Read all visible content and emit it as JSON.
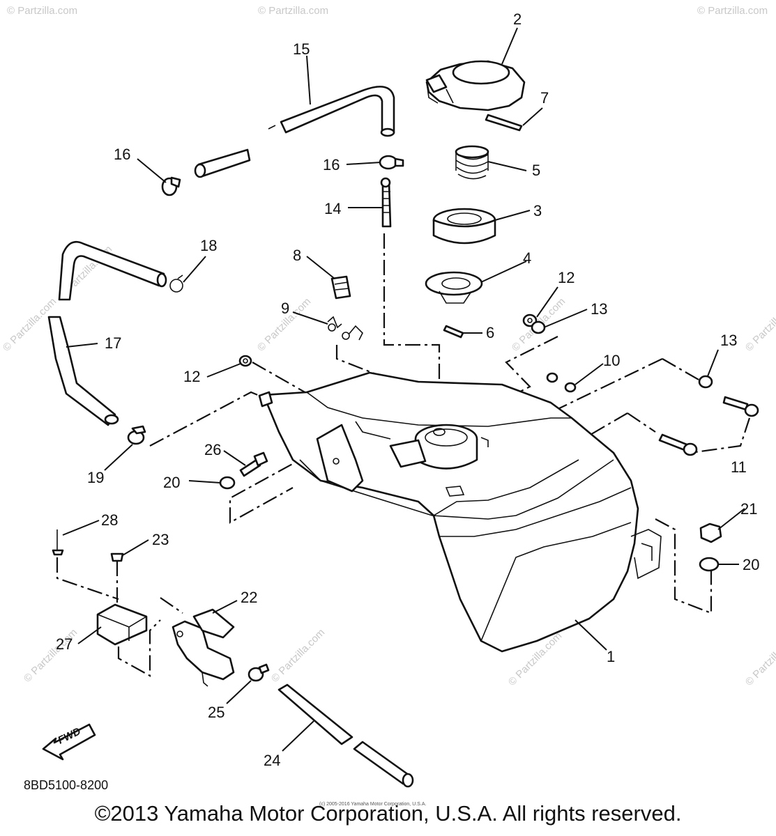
{
  "diagram": {
    "part_code": "8BD5100-8200",
    "fwd_label": "FWD",
    "watermark_text": "© Partzilla.com",
    "small_notice": "(c) 2005-2016 Yamaha Motor Corporation, U.S.A.",
    "callouts": [
      "1",
      "2",
      "3",
      "4",
      "5",
      "6",
      "7",
      "8",
      "9",
      "10",
      "11",
      "12",
      "12",
      "13",
      "13",
      "14",
      "15",
      "16",
      "16",
      "17",
      "18",
      "19",
      "20",
      "20",
      "21",
      "22",
      "23",
      "24",
      "25",
      "26",
      "27",
      "28"
    ]
  },
  "footer": {
    "copyright": "©2013 Yamaha Motor Corporation, U.S.A. All rights reserved."
  }
}
